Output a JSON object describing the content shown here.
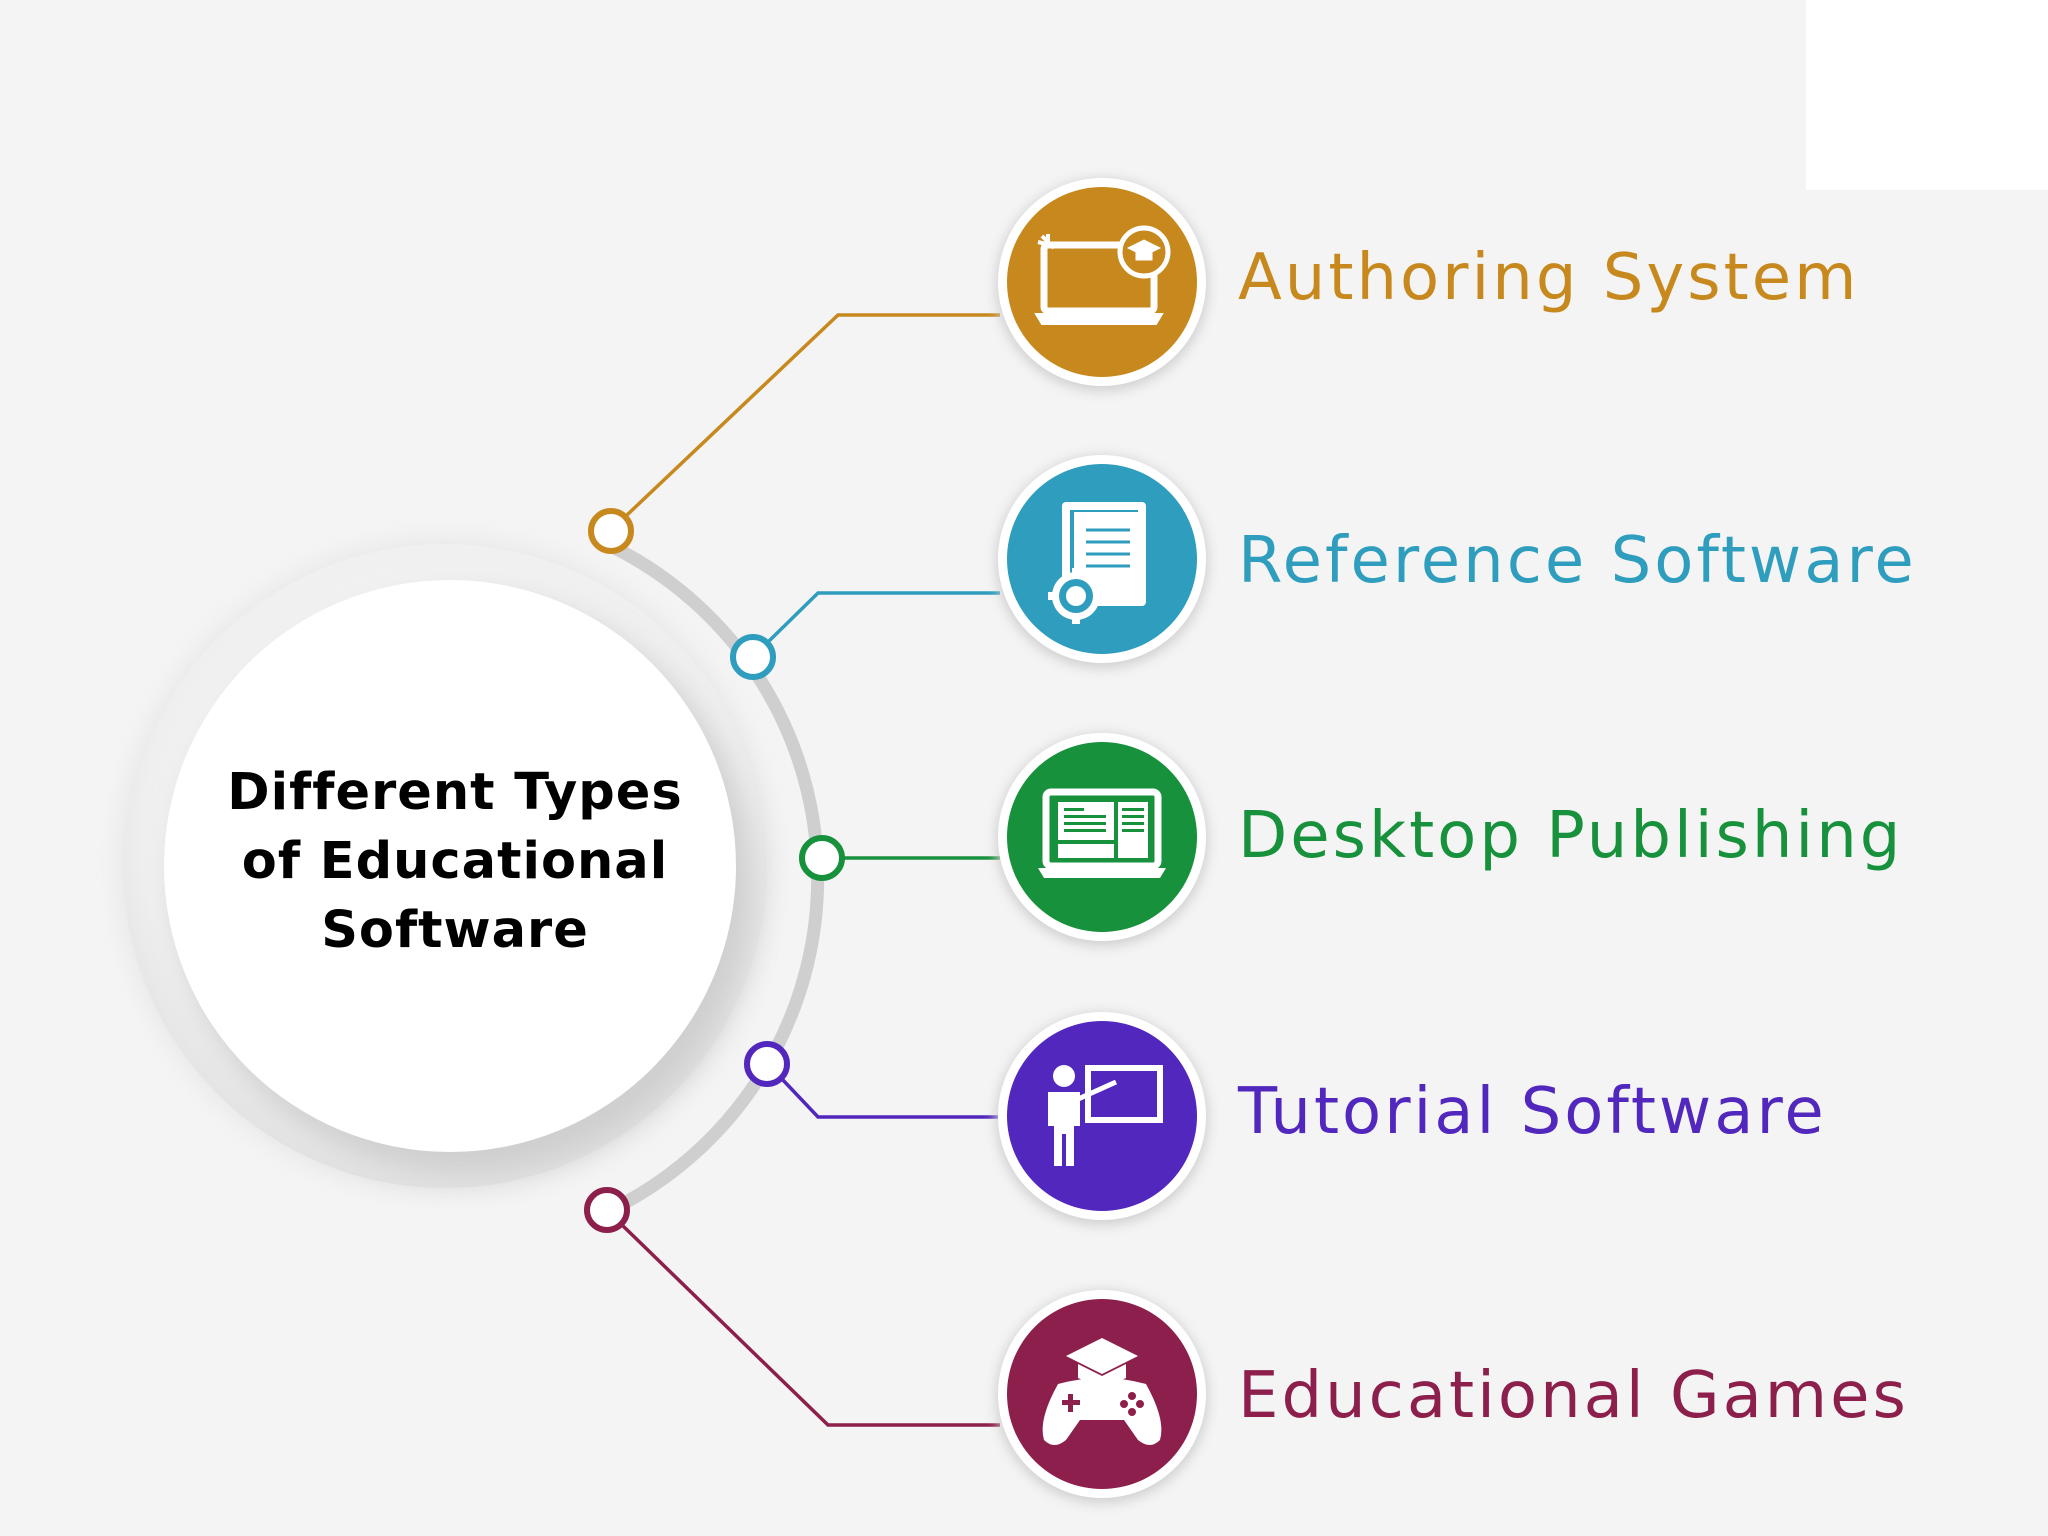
{
  "diagram": {
    "center_title_lines": [
      "Different Types",
      "of Educational",
      "Software"
    ],
    "items": [
      {
        "label": "Authoring System",
        "color": "#c7891e",
        "icon": "laptop-graduation-icon"
      },
      {
        "label": "Reference Software",
        "color": "#2f9dbd",
        "icon": "book-gear-icon"
      },
      {
        "label": "Desktop Publishing",
        "color": "#17913c",
        "icon": "laptop-document-icon"
      },
      {
        "label": "Tutorial Software",
        "color": "#5227bd",
        "icon": "teacher-board-icon"
      },
      {
        "label": "Educational Games",
        "color": "#8c1f4b",
        "icon": "gamepad-graduation-icon"
      }
    ]
  }
}
